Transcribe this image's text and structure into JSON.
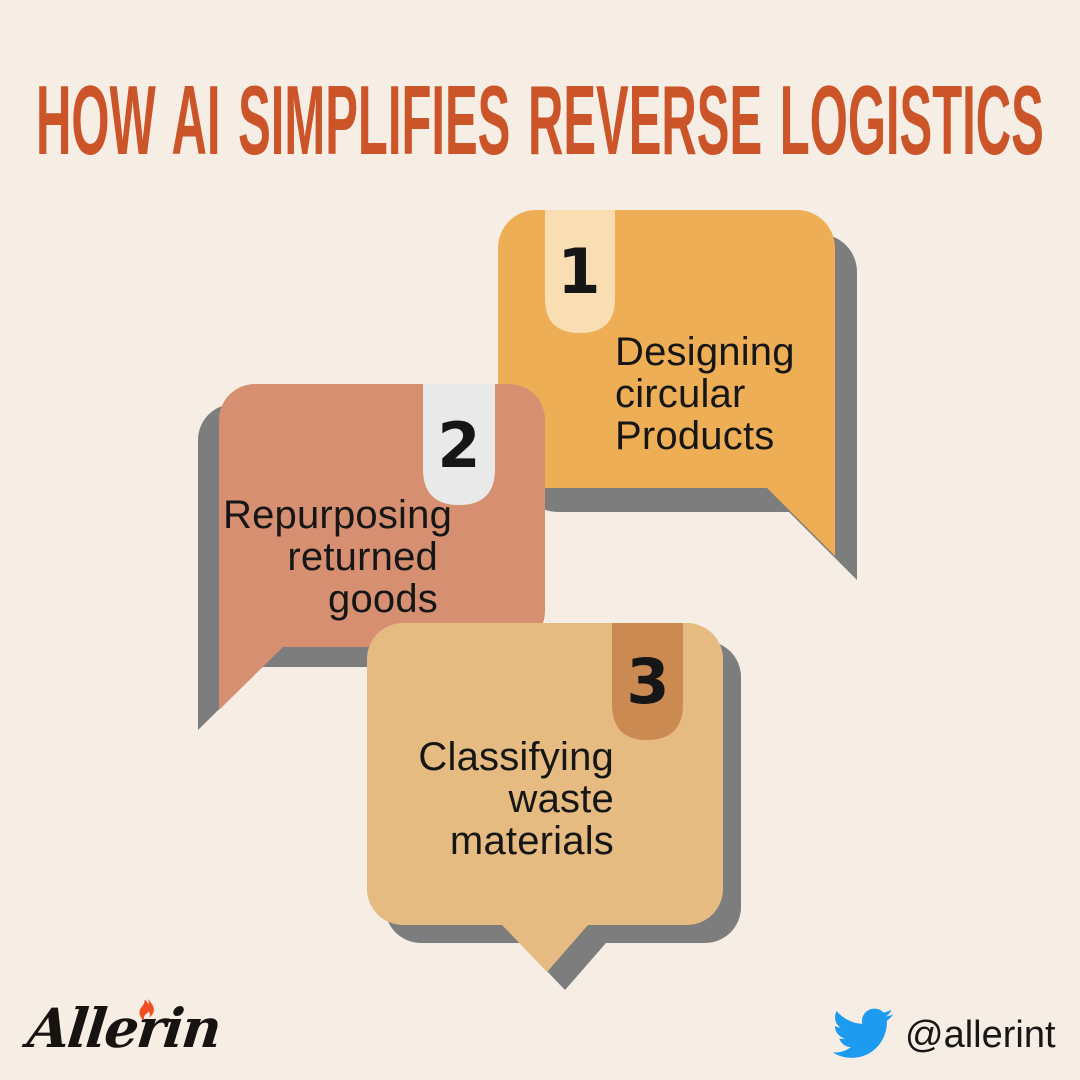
{
  "title": {
    "text": "HOW AI SIMPLIFIES REVERSE LOGISTICS"
  },
  "steps": [
    {
      "number": "1",
      "label": "Designing\ncircular\nProducts"
    },
    {
      "number": "2",
      "label": "Repurposing\nreturned\ngoods"
    },
    {
      "number": "3",
      "label": "Classifying\nwaste\nmaterials"
    }
  ],
  "footer": {
    "brand": "Allerin",
    "twitter_handle": "@allerint",
    "icons": {
      "twitter": "twitter-bird-icon",
      "flame": "flame-icon"
    }
  },
  "colors": {
    "background": "#F6EDE4",
    "title": "#CB5428",
    "text": "#161616",
    "shadow": "#7D7D7D",
    "bubble1": "#EEAE55",
    "tab1": "#F9DDB3",
    "bubble2": "#D68F71",
    "tab2": "#E9E9E9",
    "bubble3": "#E6BB81",
    "tab3": "#CB8A51",
    "logo": "#171310",
    "flame": "#F04E23",
    "twitter": "#1D9BF0"
  }
}
